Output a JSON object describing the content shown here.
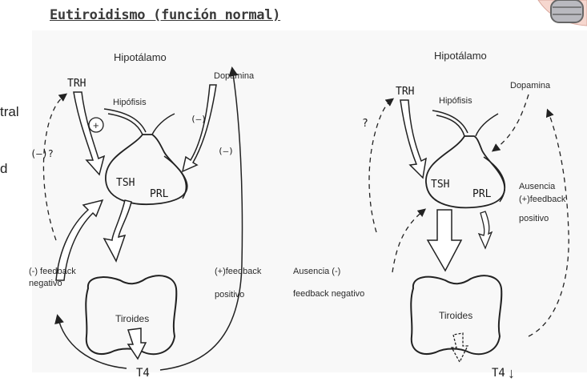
{
  "title": "Eutiroidismo (función normal)",
  "side_fragments": [
    "tral",
    "d"
  ],
  "left_diagram": {
    "hypothalamus": "Hipotálamo",
    "trh": "TRH",
    "dopamine": "Dopamina",
    "pituitary": "Hipófisis",
    "plus": "+",
    "minus_q": "(–)?",
    "minus_a": "(–)",
    "minus_b": "(–)",
    "tsh": "TSH",
    "prl": "PRL",
    "neg_feedback_1": "(-) feedback",
    "neg_feedback_2": "negativo",
    "pos_feedback_1": "(+)feedback",
    "pos_feedback_2": "positivo",
    "thyroid": "Tiroides",
    "t4": "T4"
  },
  "right_diagram": {
    "hypothalamus": "Hipotálamo",
    "trh": "TRH",
    "dopamine": "Dopamina",
    "pituitary": "Hipófisis",
    "question": "?",
    "tsh": "TSH",
    "prl": "PRL",
    "absent_pos_1": "Ausencia",
    "absent_pos_2": "(+)feedback",
    "absent_pos_3": "positivo",
    "absent_neg_1": "Ausencia (-)",
    "absent_neg_2": "feedback negativo",
    "thyroid": "Tiroides",
    "t4": "T4",
    "down_arrow": "↓"
  }
}
